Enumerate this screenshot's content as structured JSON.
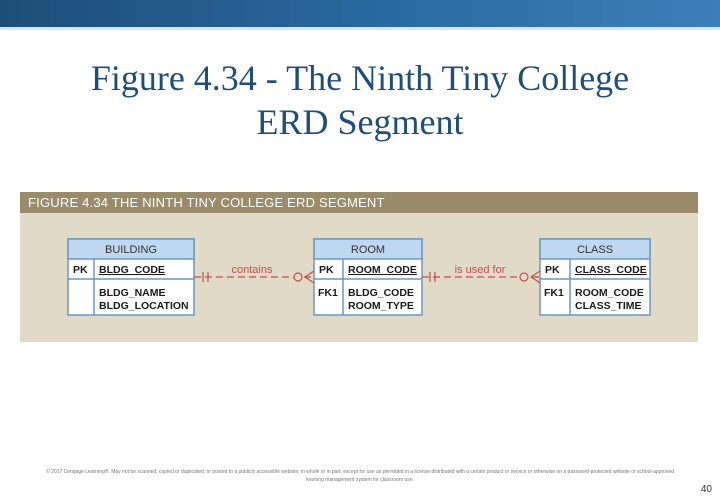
{
  "slide": {
    "title_line1": "Figure 4.34 - The Ninth Tiny College",
    "title_line2": "ERD Segment",
    "page_number": "40",
    "footer": "© 2017 Cengage Learning®. May not be scanned, copied or duplicated, or posted to a publicly accessible website, in whole or in part, except for use as permitted in a license distributed with a certain product or service or otherwise on a password-protected website or school-approved learning management system for classroom use."
  },
  "figure": {
    "header": "FIGURE 4.34  THE NINTH TINY COLLEGE ERD SEGMENT",
    "entities": {
      "building": {
        "name": "BUILDING",
        "pk_key": "PK",
        "pk_attr": "BLDG_CODE",
        "attrs": [
          "BLDG_NAME",
          "BLDG_LOCATION"
        ]
      },
      "room": {
        "name": "ROOM",
        "pk_key": "PK",
        "pk_attr": "ROOM_CODE",
        "fk_key": "FK1",
        "attrs": [
          "BLDG_CODE",
          "ROOM_TYPE"
        ]
      },
      "class": {
        "name": "CLASS",
        "pk_key": "PK",
        "pk_attr": "CLASS_CODE",
        "fk_key": "FK1",
        "attrs": [
          "ROOM_CODE",
          "CLASS_TIME"
        ]
      }
    },
    "relationships": {
      "building_room": "contains",
      "room_class": "is used for"
    },
    "colors": {
      "panel": "#e1dac7",
      "header": "#9a8b6a",
      "entity_header": "#bfd7ef",
      "entity_border": "#6c97c5",
      "relationship": "#c0504d"
    }
  }
}
